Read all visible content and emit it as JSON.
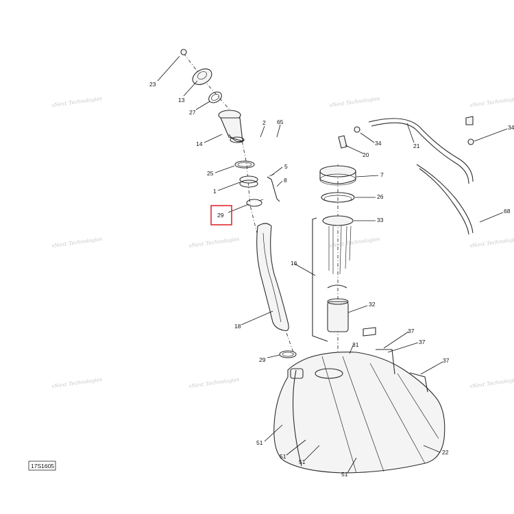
{
  "diagram_code": "17S1605",
  "highlighted_part": "29",
  "watermark": "vNext Technologies",
  "callouts": {
    "c23": "23",
    "c13": "13",
    "c27": "27",
    "c14": "14",
    "c2": "2",
    "c65": "65",
    "c25": "25",
    "c5": "5",
    "c1": "1",
    "c8": "8",
    "c29a": "29",
    "c18": "18",
    "c29b": "29",
    "c16": "16",
    "c7": "7",
    "c26": "26",
    "c33": "33",
    "c32": "32",
    "c31": "31",
    "c21": "21",
    "c34a": "34",
    "c20": "20",
    "c34b": "34",
    "c68": "68",
    "c37a": "37",
    "c37b": "37",
    "c37c": "37",
    "c51a": "51",
    "c51b": "51",
    "c51c": "51",
    "c51d": "51",
    "c22": "22"
  },
  "colors": {
    "highlight": "#e0282c",
    "line": "#2a2a2a",
    "watermark": "#c8c8c8"
  }
}
